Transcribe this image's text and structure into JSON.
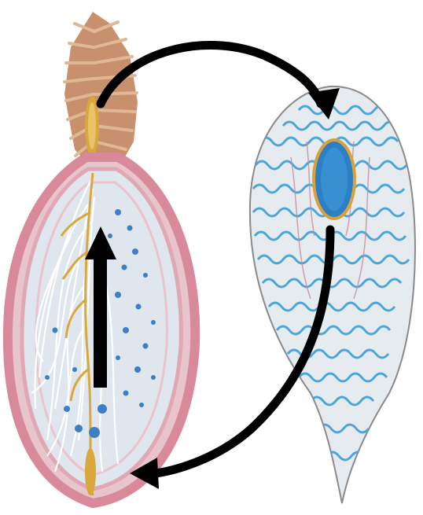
{
  "image": {
    "background": "#ffffff",
    "left_specimen": {
      "description_colors": {
        "outer_rim": "#d98a9a",
        "rim_inner": "#e8c4cc",
        "body_fill": "#dfe6ee",
        "fibers": "#ffffff",
        "vessels": "#d8a83a",
        "blue_spots": "#3c7fc4",
        "crest": "#c8906c",
        "crest_light": "#e0b896"
      }
    },
    "right_specimen": {
      "description_colors": {
        "outline": "#8a8a8a",
        "body_fill": "#e6ebf0",
        "wavy_lines": "#4aa6d8",
        "pink_lines": "#c88a9a",
        "nucleus": "#2a7fc6",
        "nucleus_ring": "#d8a23a"
      }
    },
    "arrows": {
      "color": "#000000",
      "items": [
        "top-curved-arrow",
        "bottom-curved-arrow",
        "vertical-up-arrow"
      ]
    }
  }
}
